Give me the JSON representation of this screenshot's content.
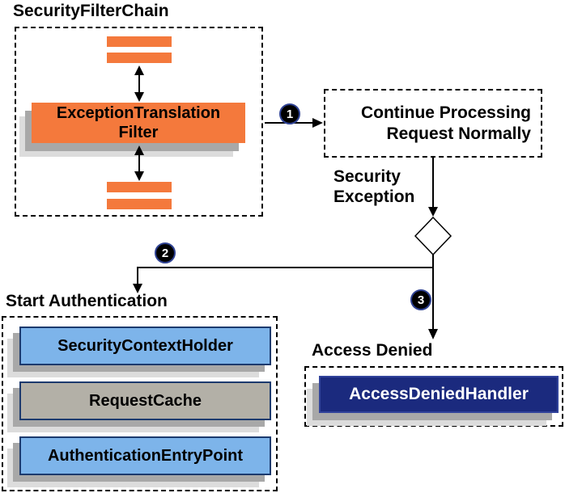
{
  "filter_chain": {
    "title": "SecurityFilterChain",
    "filter_label": "ExceptionTranslation\nFilter"
  },
  "continue_box": {
    "label": "Continue Processing\nRequest Normally"
  },
  "security_exception": {
    "label": "Security\nException"
  },
  "badges": {
    "step1": "1",
    "step2": "2",
    "step3": "3"
  },
  "start_authentication": {
    "label": "Start Authentication",
    "items": [
      {
        "label": "SecurityContextHolder",
        "fill": "#7db4ea"
      },
      {
        "label": "RequestCache",
        "fill": "#b3b0a7"
      },
      {
        "label": "AuthenticationEntryPoint",
        "fill": "#7db4ea"
      }
    ]
  },
  "access_denied": {
    "label": "Access Denied",
    "handler_label": "AccessDeniedHandler",
    "fill": "#1b2a7e"
  },
  "colors": {
    "orange": "#f4793c",
    "light_blue": "#7db4ea",
    "gray_tan": "#b3b0a7",
    "navy": "#1b2a7e",
    "box_border": "#1c3a6e",
    "shadow": "#a8a8a8",
    "shadow_light": "#dcdcdc",
    "badge_ring": "#2f4293"
  }
}
